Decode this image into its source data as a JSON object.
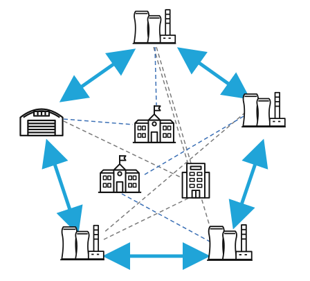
{
  "colors": {
    "arrow": "#20a4d8",
    "dashed_blue": "#3a6fb5",
    "dashed_gray": "#7a7a7a",
    "icon_stroke": "#111111"
  },
  "nodes": [
    {
      "id": "plant-top",
      "icon": "power-plant-icon"
    },
    {
      "id": "plant-right",
      "icon": "power-plant-icon"
    },
    {
      "id": "plant-bottom-right",
      "icon": "power-plant-icon"
    },
    {
      "id": "plant-bottom-left",
      "icon": "power-plant-icon"
    },
    {
      "id": "warehouse-left",
      "icon": "warehouse-icon"
    },
    {
      "id": "school-upper",
      "icon": "school-icon"
    },
    {
      "id": "school-lower",
      "icon": "school-icon"
    },
    {
      "id": "office-building",
      "icon": "office-building-icon"
    }
  ],
  "edges": {
    "bidirectional_arrows": [
      [
        "plant-top",
        "warehouse-left"
      ],
      [
        "plant-top",
        "plant-right"
      ],
      [
        "plant-right",
        "plant-bottom-right"
      ],
      [
        "plant-bottom-right",
        "plant-bottom-left"
      ],
      [
        "plant-bottom-left",
        "warehouse-left"
      ]
    ],
    "dashed_blue": [
      [
        "plant-top",
        "school-upper"
      ],
      [
        "warehouse-left",
        "school-upper"
      ],
      [
        "plant-right",
        "school-lower"
      ],
      [
        "school-lower",
        "plant-bottom-right"
      ]
    ],
    "dashed_gray": [
      [
        "plant-top",
        "office-building"
      ],
      [
        "plant-top",
        "plant-bottom-right"
      ],
      [
        "warehouse-left",
        "office-building"
      ],
      [
        "plant-right",
        "plant-bottom-left"
      ],
      [
        "plant-bottom-left",
        "office-building"
      ]
    ]
  }
}
